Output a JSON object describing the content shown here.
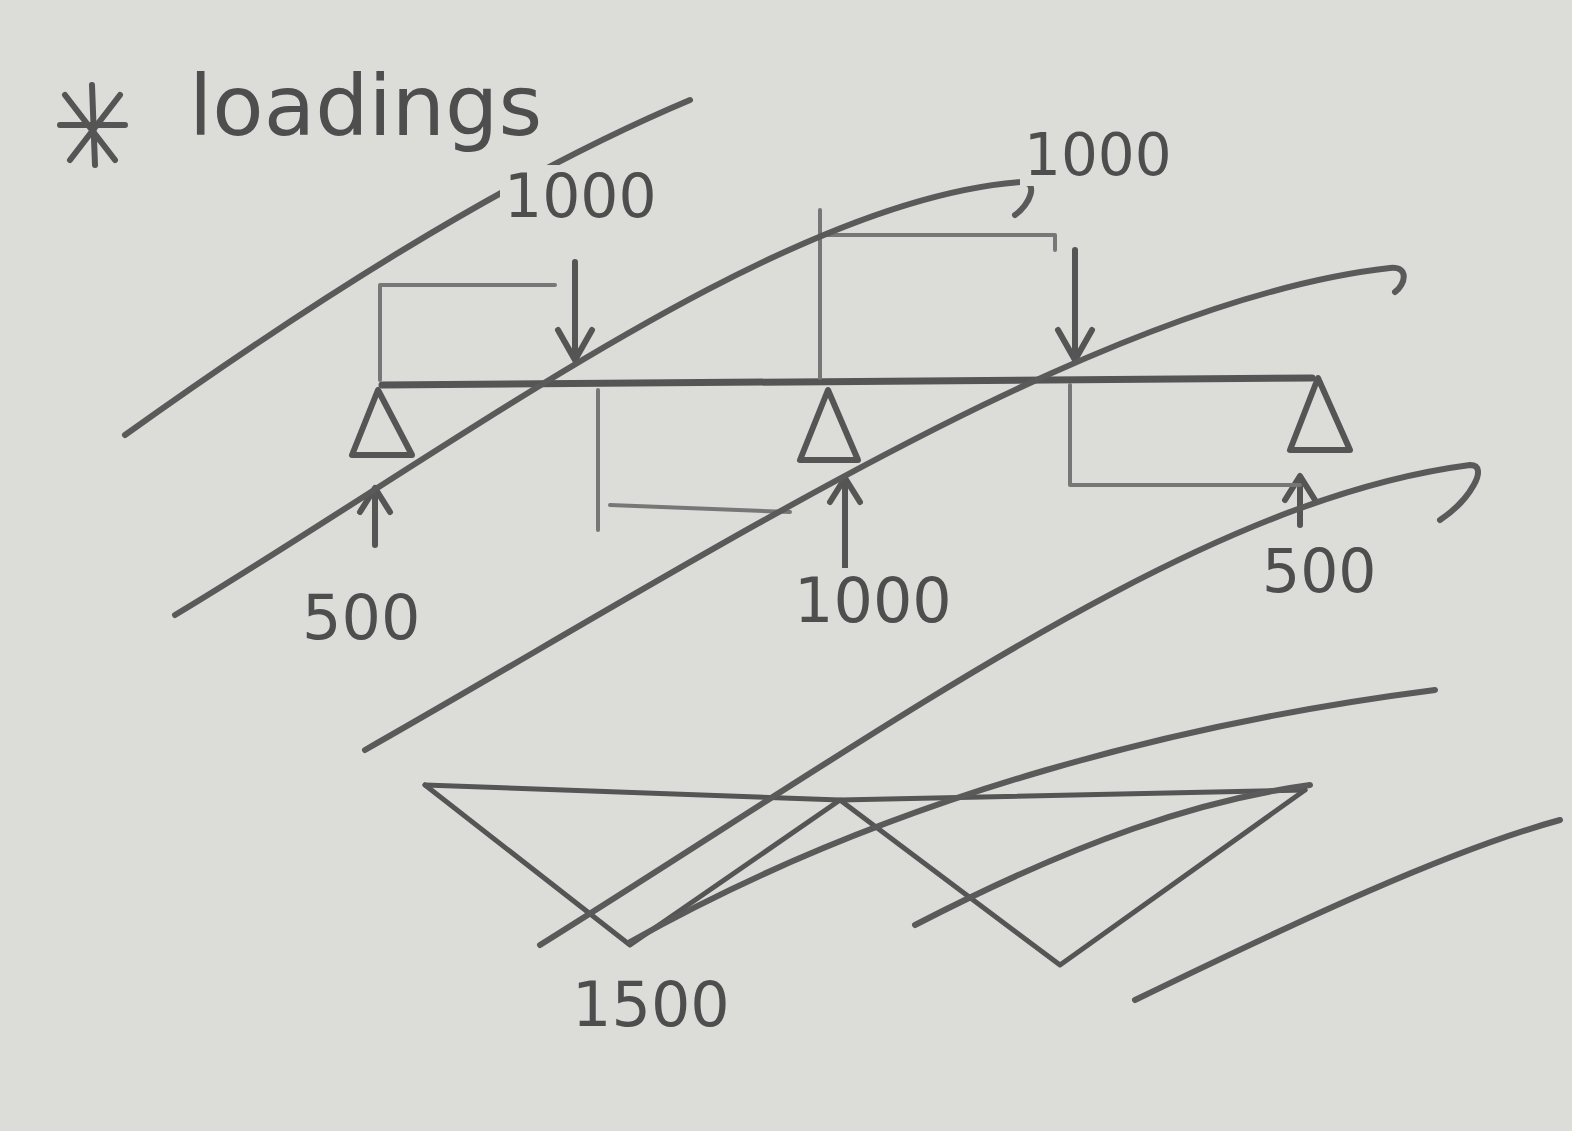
{
  "diagram": {
    "title": "loadings",
    "labels": [
      "1000",
      "1000",
      "500",
      "1000",
      "500",
      "1500"
    ]
  }
}
